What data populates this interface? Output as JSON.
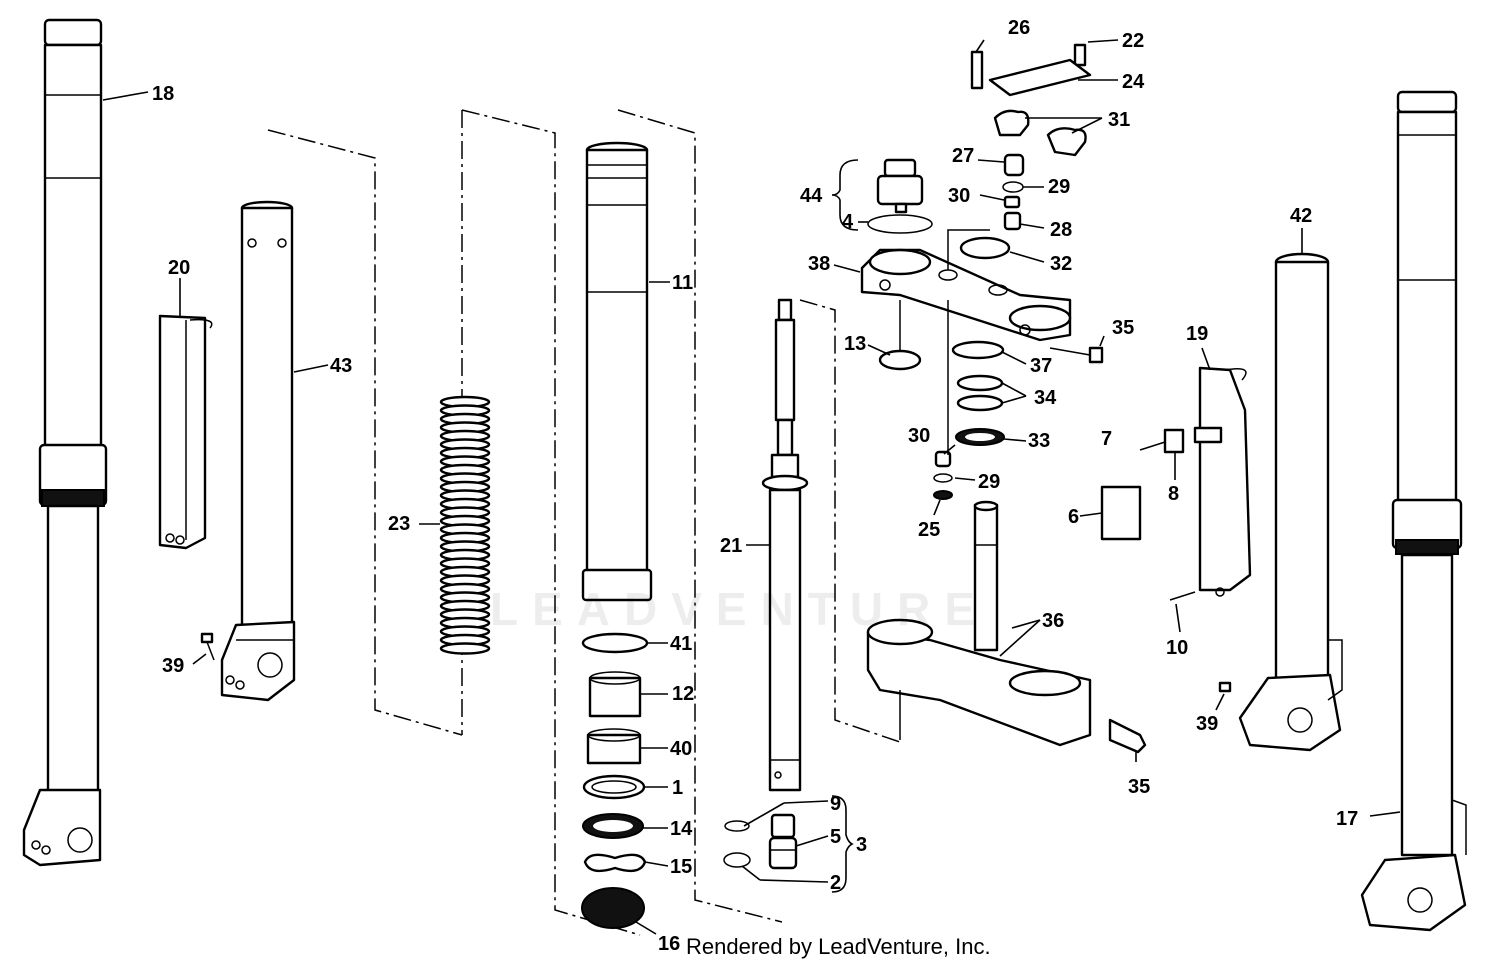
{
  "diagram": {
    "callouts": [
      "1",
      "2",
      "3",
      "4",
      "5",
      "6",
      "7",
      "8",
      "9",
      "10",
      "11",
      "12",
      "13",
      "14",
      "15",
      "16",
      "17",
      "18",
      "19",
      "20",
      "21",
      "22",
      "23",
      "24",
      "25",
      "26",
      "27",
      "28",
      "29",
      "29",
      "30",
      "30",
      "31",
      "32",
      "33",
      "34",
      "35",
      "35",
      "36",
      "37",
      "38",
      "39",
      "39",
      "40",
      "41",
      "42",
      "43",
      "44"
    ]
  },
  "watermark": "LEADVENTURE",
  "credit": "Rendered by LeadVenture, Inc."
}
